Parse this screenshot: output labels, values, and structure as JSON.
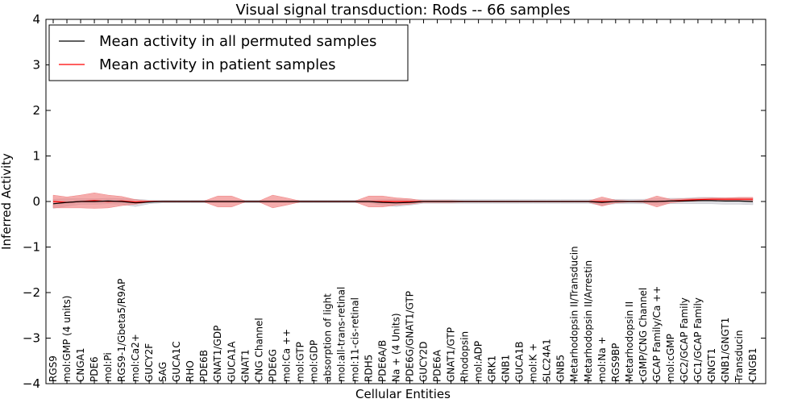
{
  "chart_data": {
    "type": "line",
    "title": "Visual signal transduction: Rods -- 66 samples",
    "xlabel": "Cellular Entities",
    "ylabel": "Inferred Activity",
    "ylim": [
      -4,
      4
    ],
    "yticks": [
      "−4",
      "−3",
      "−2",
      "−1",
      "0",
      "1",
      "2",
      "3",
      "4"
    ],
    "ytick_values": [
      -4,
      -3,
      -2,
      -1,
      0,
      1,
      2,
      3,
      4
    ],
    "grid": false,
    "legend_position": "top-left",
    "categories": [
      "RGS9",
      "mol:GMP (4 units)",
      "CNGA1",
      "PDE6",
      "mol:Pi",
      "RGS9-1/Gbeta5/R9AP",
      "mol:Ca2+",
      "GUCY2F",
      "SAG",
      "GUCA1C",
      "RHO",
      "PDE6B",
      "GNAT1/GDP",
      "GUCA1A",
      "GNAT1",
      "CNG Channel",
      "PDE6G",
      "mol:Ca ++",
      "mol:GTP",
      "mol:GDP",
      "absorption of light",
      "mol:all-trans-retinal",
      "mol:11-cis-retinal",
      "RDH5",
      "PDE6A/B",
      "Na + (4 Units)",
      "PDE6G/GNAT1/GTP",
      "GUCY2D",
      "PDE6A",
      "GNAT1/GTP",
      "Rhodopsin",
      "mol:ADP",
      "GRK1",
      "GNB1",
      "GUCA1B",
      "mol:K +",
      "SLC24A1",
      "GNB5",
      "Metarhodopsin II/Transducin",
      "Metarhodopsin II/Arrestin",
      "mol:Na +",
      "RGS9BP",
      "Metarhodopsin II",
      "cGMP/CNG Channel",
      "GCAP Family/Ca ++",
      "mol:cGMP",
      "GC2/GCAP Family",
      "GC1/GCAP Family",
      "GNGT1",
      "GNB1/GNGT1",
      "Transducin",
      "CNGB1"
    ],
    "series": [
      {
        "name": "Mean activity in all permuted samples",
        "color": "#000000",
        "band_color": "#c0c0c8",
        "values": [
          -0.05,
          -0.02,
          0.0,
          0.0,
          0.01,
          0.0,
          -0.03,
          -0.01,
          0.0,
          0.0,
          0.0,
          0.0,
          0.0,
          0.0,
          0.0,
          0.0,
          0.0,
          0.0,
          0.0,
          0.0,
          0.0,
          0.0,
          0.0,
          0.0,
          -0.02,
          -0.03,
          -0.02,
          0.0,
          0.0,
          0.0,
          0.0,
          0.0,
          0.0,
          0.0,
          0.0,
          0.0,
          0.0,
          0.0,
          0.0,
          0.0,
          -0.02,
          0.0,
          0.0,
          0.0,
          0.0,
          0.01,
          0.01,
          0.02,
          0.02,
          0.01,
          0.01,
          0.0
        ],
        "band": [
          0.1,
          0.08,
          0.06,
          0.06,
          0.06,
          0.06,
          0.08,
          0.04,
          0.03,
          0.03,
          0.03,
          0.03,
          0.03,
          0.03,
          0.03,
          0.03,
          0.03,
          0.03,
          0.03,
          0.03,
          0.03,
          0.03,
          0.03,
          0.03,
          0.06,
          0.08,
          0.06,
          0.04,
          0.04,
          0.04,
          0.04,
          0.04,
          0.04,
          0.04,
          0.04,
          0.04,
          0.04,
          0.04,
          0.04,
          0.04,
          0.06,
          0.05,
          0.05,
          0.05,
          0.06,
          0.06,
          0.06,
          0.07,
          0.07,
          0.07,
          0.07,
          0.07
        ]
      },
      {
        "name": "Mean activity in patient samples",
        "color": "#ff0000",
        "band_color": "#f08080",
        "values": [
          0.0,
          -0.02,
          0.0,
          0.02,
          0.0,
          0.01,
          -0.01,
          0.0,
          0.0,
          0.0,
          0.0,
          0.0,
          0.0,
          0.0,
          0.0,
          0.0,
          0.0,
          0.0,
          0.0,
          0.0,
          0.0,
          0.0,
          0.0,
          0.0,
          0.0,
          0.0,
          0.0,
          0.0,
          0.0,
          0.0,
          0.0,
          0.0,
          0.0,
          0.0,
          0.0,
          0.0,
          0.0,
          0.0,
          0.0,
          0.0,
          0.0,
          0.0,
          0.0,
          0.0,
          0.0,
          0.01,
          0.03,
          0.04,
          0.05,
          0.05,
          0.05,
          0.05
        ],
        "band": [
          0.14,
          0.12,
          0.14,
          0.17,
          0.14,
          0.1,
          0.05,
          0.01,
          0.01,
          0.01,
          0.01,
          0.01,
          0.12,
          0.12,
          0.01,
          0.01,
          0.14,
          0.08,
          0.01,
          0.01,
          0.01,
          0.01,
          0.01,
          0.12,
          0.12,
          0.08,
          0.06,
          0.02,
          0.02,
          0.02,
          0.01,
          0.01,
          0.01,
          0.01,
          0.01,
          0.01,
          0.01,
          0.01,
          0.01,
          0.01,
          0.1,
          0.03,
          0.01,
          0.02,
          0.12,
          0.04,
          0.03,
          0.03,
          0.03,
          0.03,
          0.04,
          0.04
        ]
      }
    ]
  }
}
